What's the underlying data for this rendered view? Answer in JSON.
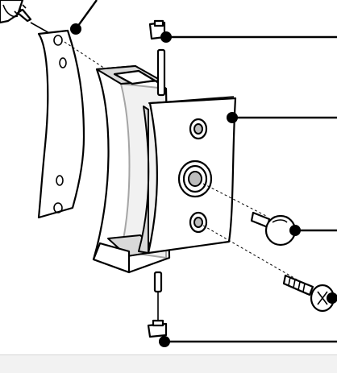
{
  "figure": {
    "type": "exploded-parts-diagram",
    "callouts": [
      {
        "id": "top-left",
        "part": "screw-top-left"
      },
      {
        "id": "pin-top",
        "part": "hinge-pin"
      },
      {
        "id": "plate-front",
        "part": "hinge-front-plate"
      },
      {
        "id": "ball",
        "part": "ball-stud"
      },
      {
        "id": "screw-right",
        "part": "screw"
      },
      {
        "id": "bottom",
        "part": "bushing"
      }
    ],
    "colors": {
      "line": "#000000",
      "shade": "#d9d9d9",
      "background": "#ffffff",
      "footer": "#f2f2f2"
    }
  }
}
